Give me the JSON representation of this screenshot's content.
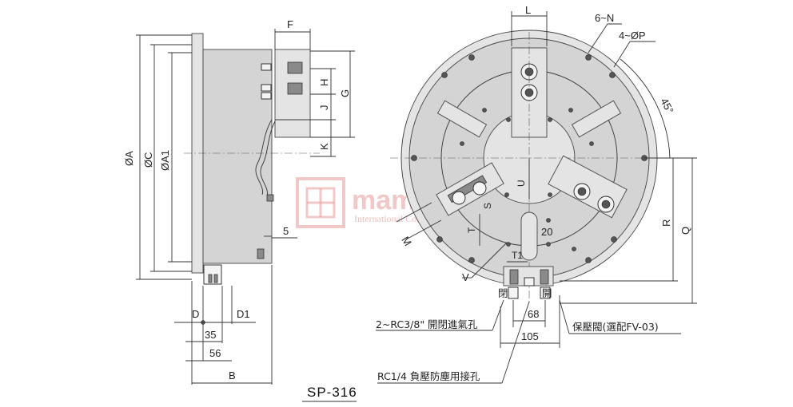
{
  "title": "SP-316",
  "side_view_labels": {
    "dia_a": "ØA",
    "dia_c": "ØC",
    "dia_a1": "ØA1",
    "f": "F",
    "g": "G",
    "h": "H",
    "j": "J",
    "k": "K",
    "five": "5",
    "d": "D",
    "d1": "D1",
    "dim_35": "35",
    "dim_56": "56",
    "b": "B"
  },
  "front_view_labels": {
    "l": "L",
    "n6": "6~N",
    "p4": "4~ØP",
    "angle45": "45°",
    "u": "U",
    "s": "S",
    "t": "T",
    "t1": "T1",
    "m": "M",
    "v": "V",
    "r": "R",
    "q": "Q",
    "dim_20": "20",
    "dim_68": "68",
    "dim_105": "105"
  },
  "port_labels": {
    "open": "開",
    "close": "閉"
  },
  "callouts": {
    "rc38": "2~RC3/8\" 開閉進氣孔",
    "rc14": "RC1/4 負壓防塵用接孔",
    "valve": "保壓閥(選配FV-03)"
  },
  "watermark": {
    "brand": "mambian",
    "subtitle": "International Corporation Limited"
  },
  "colors": {
    "body": "#d4d4d4",
    "lines": "#333333",
    "watermark": "#e8a3a3"
  }
}
